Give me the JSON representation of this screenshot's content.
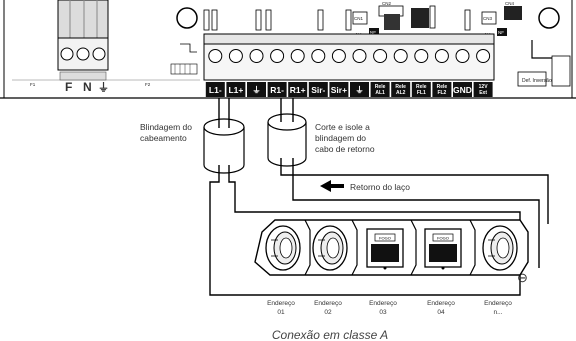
{
  "board": {
    "mains_labels": [
      "F",
      "N",
      "⏚"
    ],
    "fuse_labels": [
      "F1",
      "F2"
    ],
    "terminals": [
      "L1-",
      "L1+",
      "⏚",
      "R1-",
      "R1+",
      "Sir-",
      "Sir+",
      "⏚",
      "Rele AL1",
      "Rele AL2",
      "Rele FL1",
      "Rele FL2",
      "GND",
      "12V Ext"
    ],
    "connector_labels": [
      "CN1",
      "CN2",
      "CN3",
      "CN4"
    ],
    "small_labels": [
      "NA",
      "NF",
      "NA",
      "NF",
      "Def. Inversão"
    ]
  },
  "annotations": {
    "shield_left": [
      "Blindagem do",
      "cabeamento"
    ],
    "shield_right": [
      "Corte e isole a",
      "blindagem do",
      "cabo de retorno"
    ],
    "return_label": "Retorno do laço",
    "plus": "⊕",
    "minus": "⊖"
  },
  "detectors": [
    {
      "label_line1": "Endereço",
      "label_line2": "01",
      "type": "smoke"
    },
    {
      "label_line1": "Endereço",
      "label_line2": "02",
      "type": "smoke"
    },
    {
      "label_line1": "Endereço",
      "label_line2": "03",
      "type": "button",
      "button_text": "FOGO"
    },
    {
      "label_line1": "Endereço",
      "label_line2": "04",
      "type": "button",
      "button_text": "FOGO"
    },
    {
      "label_line1": "Endereço",
      "label_line2": "n...",
      "type": "smoke"
    }
  ],
  "caption": "Conexão em classe A"
}
